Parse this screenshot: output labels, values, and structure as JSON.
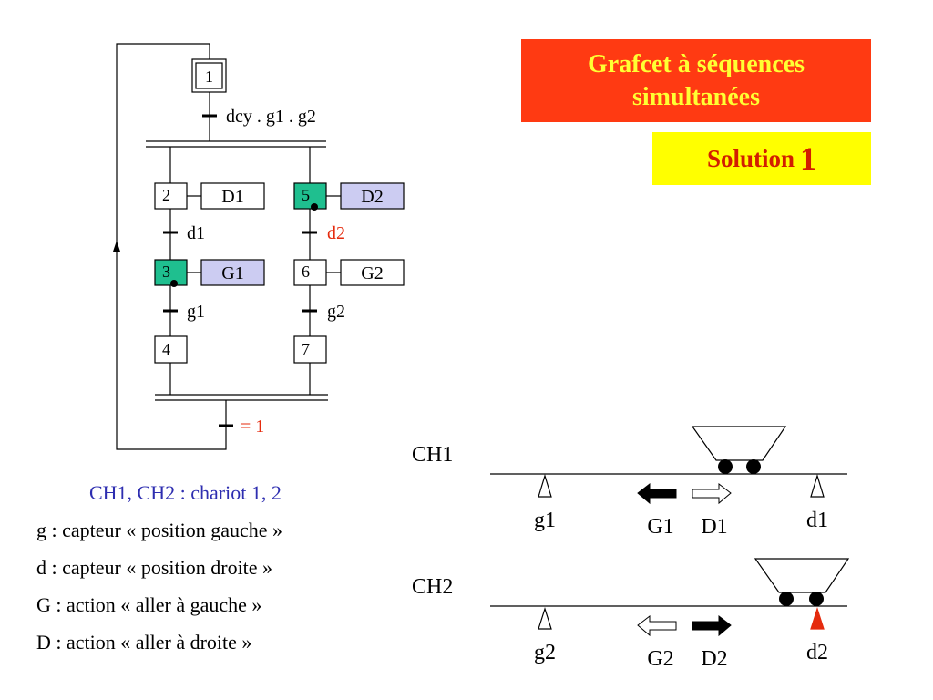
{
  "title": "Grafcet à séquences simultanées",
  "solution": {
    "label": "Solution",
    "number": "1"
  },
  "grafcet": {
    "initial_step": "1",
    "t_init": "dcy . g1 . g2",
    "left_branch": {
      "steps": [
        "2",
        "3",
        "4"
      ],
      "actions": [
        "D1",
        "G1"
      ],
      "transitions": [
        "d1",
        "g1"
      ]
    },
    "right_branch": {
      "steps": [
        "5",
        "6",
        "7"
      ],
      "actions": [
        "D2",
        "G2"
      ],
      "transitions": [
        "d2",
        "g2"
      ]
    },
    "final_transition": "= 1",
    "active_steps": [
      "3",
      "5"
    ],
    "colors": {
      "active_step": "#1fbf8f",
      "action_highlight": "#ccccf2",
      "red_text": "#e52b0e"
    }
  },
  "legend": {
    "title": "CH1, CH2 : chariot 1, 2",
    "lines": [
      "g : capteur « position gauche »",
      "d : capteur « position droite »",
      "G : action « aller à gauche »",
      "D : action « aller à droite »"
    ]
  },
  "tracks": [
    {
      "name": "CH1",
      "left_sensor": "g1",
      "right_sensor": "d1",
      "left_action": "G1",
      "right_action": "D1",
      "active_arrow": "left",
      "active_sensor": "none"
    },
    {
      "name": "CH2",
      "left_sensor": "g2",
      "right_sensor": "d2",
      "left_action": "G2",
      "right_action": "D2",
      "active_arrow": "right",
      "active_sensor": "right"
    }
  ]
}
